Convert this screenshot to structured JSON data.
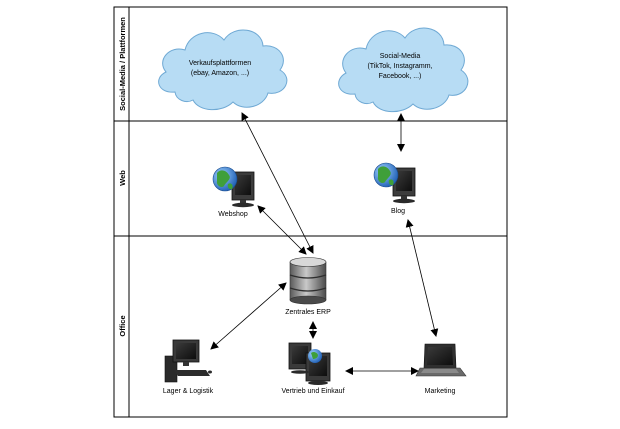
{
  "lanes": [
    {
      "id": "social",
      "label": "Social-Media / Plattformen"
    },
    {
      "id": "web",
      "label": "Web"
    },
    {
      "id": "office",
      "label": "Office"
    }
  ],
  "nodes": {
    "verkaufsplattformen": {
      "lines": [
        "Verkaufsplattformen",
        "(ebay, Amazon, ...)"
      ],
      "icon": "cloud-icon"
    },
    "social_media": {
      "lines": [
        "Social-Media",
        "(TikTok, Instagramm,",
        "Facebook, ...)"
      ],
      "icon": "cloud-icon"
    },
    "webshop": {
      "label": "Webshop",
      "icon": "web-computer-icon"
    },
    "blog": {
      "label": "Blog",
      "icon": "web-computer-icon"
    },
    "erp": {
      "label": "Zentrales ERP",
      "icon": "database-icon"
    },
    "lager": {
      "label": "Lager & Logistik",
      "icon": "workstation-icon"
    },
    "vertrieb": {
      "label": "Vertrieb und Einkauf",
      "icon": "networked-computers-icon"
    },
    "marketing": {
      "label": "Marketing",
      "icon": "laptop-icon"
    }
  },
  "colors": {
    "cloud_fill": "#b7dcf4",
    "cloud_stroke": "#6fa9d4",
    "lane_stroke": "#000000",
    "arrow": "#000000"
  }
}
